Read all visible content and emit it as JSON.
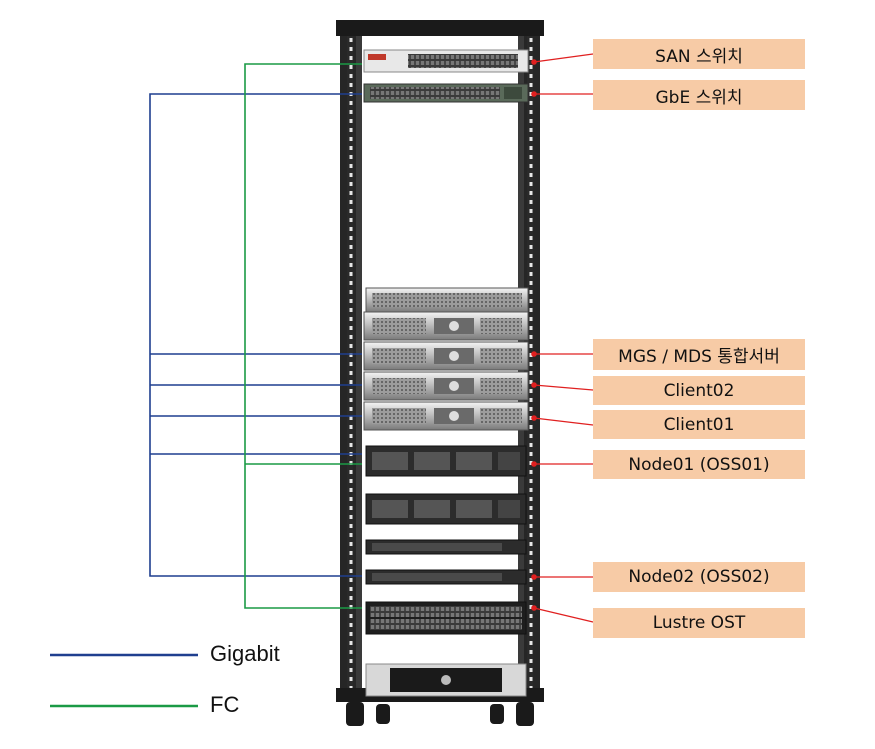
{
  "labels": {
    "san_switch": "SAN 스위치",
    "gbe_switch": "GbE 스위치",
    "mgs_mds": "MGS / MDS 통합서버",
    "client02": "Client02",
    "client01": "Client01",
    "node01": "Node01 (OSS01)",
    "node02": "Node02 (OSS02)",
    "lustre_ost": "Lustre OST"
  },
  "legend": {
    "gigabit": "Gigabit",
    "fc": "FC"
  },
  "colors": {
    "gigabit": "#1f3f8f",
    "fc": "#1a9a45",
    "label_fill": "#f7cba6",
    "pointer": "#e02020"
  }
}
